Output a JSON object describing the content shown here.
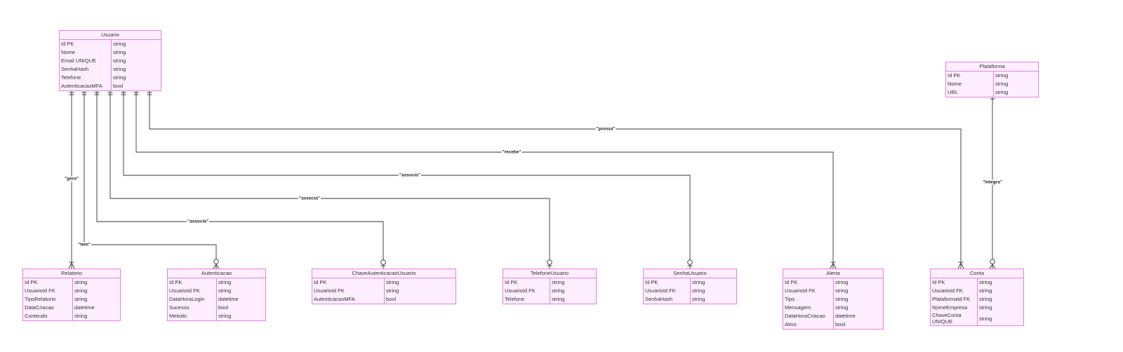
{
  "colors": {
    "entity_fill": "#ffeeff",
    "entity_border": "#e180e6",
    "edge": "#333333"
  },
  "entities": {
    "usuario": {
      "title": "Usuario",
      "attrs": [
        {
          "name": "Id PK",
          "type": "string"
        },
        {
          "name": "Nome",
          "type": "string"
        },
        {
          "name": "Email UNIQUE",
          "type": "string"
        },
        {
          "name": "SenhaHash",
          "type": "string"
        },
        {
          "name": "Telefone",
          "type": "string"
        },
        {
          "name": "AutenticacaoMFA",
          "type": "bool"
        }
      ]
    },
    "plataforma": {
      "title": "Plataforma",
      "attrs": [
        {
          "name": "Id PK",
          "type": "string"
        },
        {
          "name": "Nome",
          "type": "string"
        },
        {
          "name": "URL",
          "type": "string"
        }
      ]
    },
    "relatorio": {
      "title": "Relatorio",
      "attrs": [
        {
          "name": "Id PK",
          "type": "string"
        },
        {
          "name": "UsuarioId FK",
          "type": "string"
        },
        {
          "name": "TipoRelatorio",
          "type": "string"
        },
        {
          "name": "DataCriacao",
          "type": "datetime"
        },
        {
          "name": "Conteudo",
          "type": "string"
        }
      ]
    },
    "autenticacao": {
      "title": "Autenticacao",
      "attrs": [
        {
          "name": "Id PK",
          "type": "string"
        },
        {
          "name": "UsuarioId FK",
          "type": "string"
        },
        {
          "name": "DataHoraLogin",
          "type": "datetime"
        },
        {
          "name": "Sucesso",
          "type": "bool"
        },
        {
          "name": "Metodo",
          "type": "string"
        }
      ]
    },
    "chave_autenticacao_usuario": {
      "title": "ChaveAutenticacaoUsuario",
      "attrs": [
        {
          "name": "Id PK",
          "type": "string"
        },
        {
          "name": "UsuarioId FK",
          "type": "string"
        },
        {
          "name": "AutenticacaoMFA",
          "type": "bool"
        }
      ]
    },
    "telefone_usuario": {
      "title": "TelefoneUsuario",
      "attrs": [
        {
          "name": "Id PK",
          "type": "string"
        },
        {
          "name": "UsuarioId FK",
          "type": "string"
        },
        {
          "name": "Telefone",
          "type": "string"
        }
      ]
    },
    "senha_usuario": {
      "title": "SenhaUsuario",
      "attrs": [
        {
          "name": "Id PK",
          "type": "string"
        },
        {
          "name": "UsuarioId FK",
          "type": "string"
        },
        {
          "name": "SenhaHash",
          "type": "string"
        }
      ]
    },
    "alerta": {
      "title": "Alerta",
      "attrs": [
        {
          "name": "Id PK",
          "type": "string"
        },
        {
          "name": "UsuarioId FK",
          "type": "string"
        },
        {
          "name": "Tipo",
          "type": "string"
        },
        {
          "name": "Mensagem",
          "type": "string"
        },
        {
          "name": "DataHoraCriacao",
          "type": "datetime"
        },
        {
          "name": "Ativo",
          "type": "bool"
        }
      ]
    },
    "conta": {
      "title": "Conta",
      "attrs": [
        {
          "name": "Id PK",
          "type": "string"
        },
        {
          "name": "UsuarioId FK",
          "type": "string"
        },
        {
          "name": "PlataformaId FK",
          "type": "string"
        },
        {
          "name": "NomeEmpresa",
          "type": "string"
        },
        {
          "name": "ChaveConta\nUNIQUE",
          "type": "string"
        }
      ]
    }
  },
  "relationships": [
    {
      "key": "gera",
      "label": "\"gera\"",
      "from": "Usuario",
      "to": "Relatorio",
      "from_card": "exactly-one",
      "to_card": "one-or-more"
    },
    {
      "key": "tem",
      "label": "\"tem\"",
      "from": "Usuario",
      "to": "Autenticacao",
      "from_card": "exactly-one",
      "to_card": "zero-or-more"
    },
    {
      "key": "associa_chave",
      "label": "\"associa\"",
      "from": "Usuario",
      "to": "ChaveAutenticacaoUsuario",
      "from_card": "exactly-one",
      "to_card": "zero-or-one"
    },
    {
      "key": "associa_telefone",
      "label": "\"associa\"",
      "from": "Usuario",
      "to": "TelefoneUsuario",
      "from_card": "exactly-one",
      "to_card": "zero-or-one"
    },
    {
      "key": "associa_senha",
      "label": "\"associa\"",
      "from": "Usuario",
      "to": "SenhaUsuario",
      "from_card": "exactly-one",
      "to_card": "zero-or-one"
    },
    {
      "key": "recebe",
      "label": "\"recebe\"",
      "from": "Usuario",
      "to": "Alerta",
      "from_card": "exactly-one",
      "to_card": "one-or-more"
    },
    {
      "key": "possui",
      "label": "\"possui\"",
      "from": "Usuario",
      "to": "Conta",
      "from_card": "exactly-one",
      "to_card": "one-or-more"
    },
    {
      "key": "integra",
      "label": "\"integra\"",
      "from": "Plataforma",
      "to": "Conta",
      "from_card": "exactly-one",
      "to_card": "zero-or-more"
    }
  ]
}
